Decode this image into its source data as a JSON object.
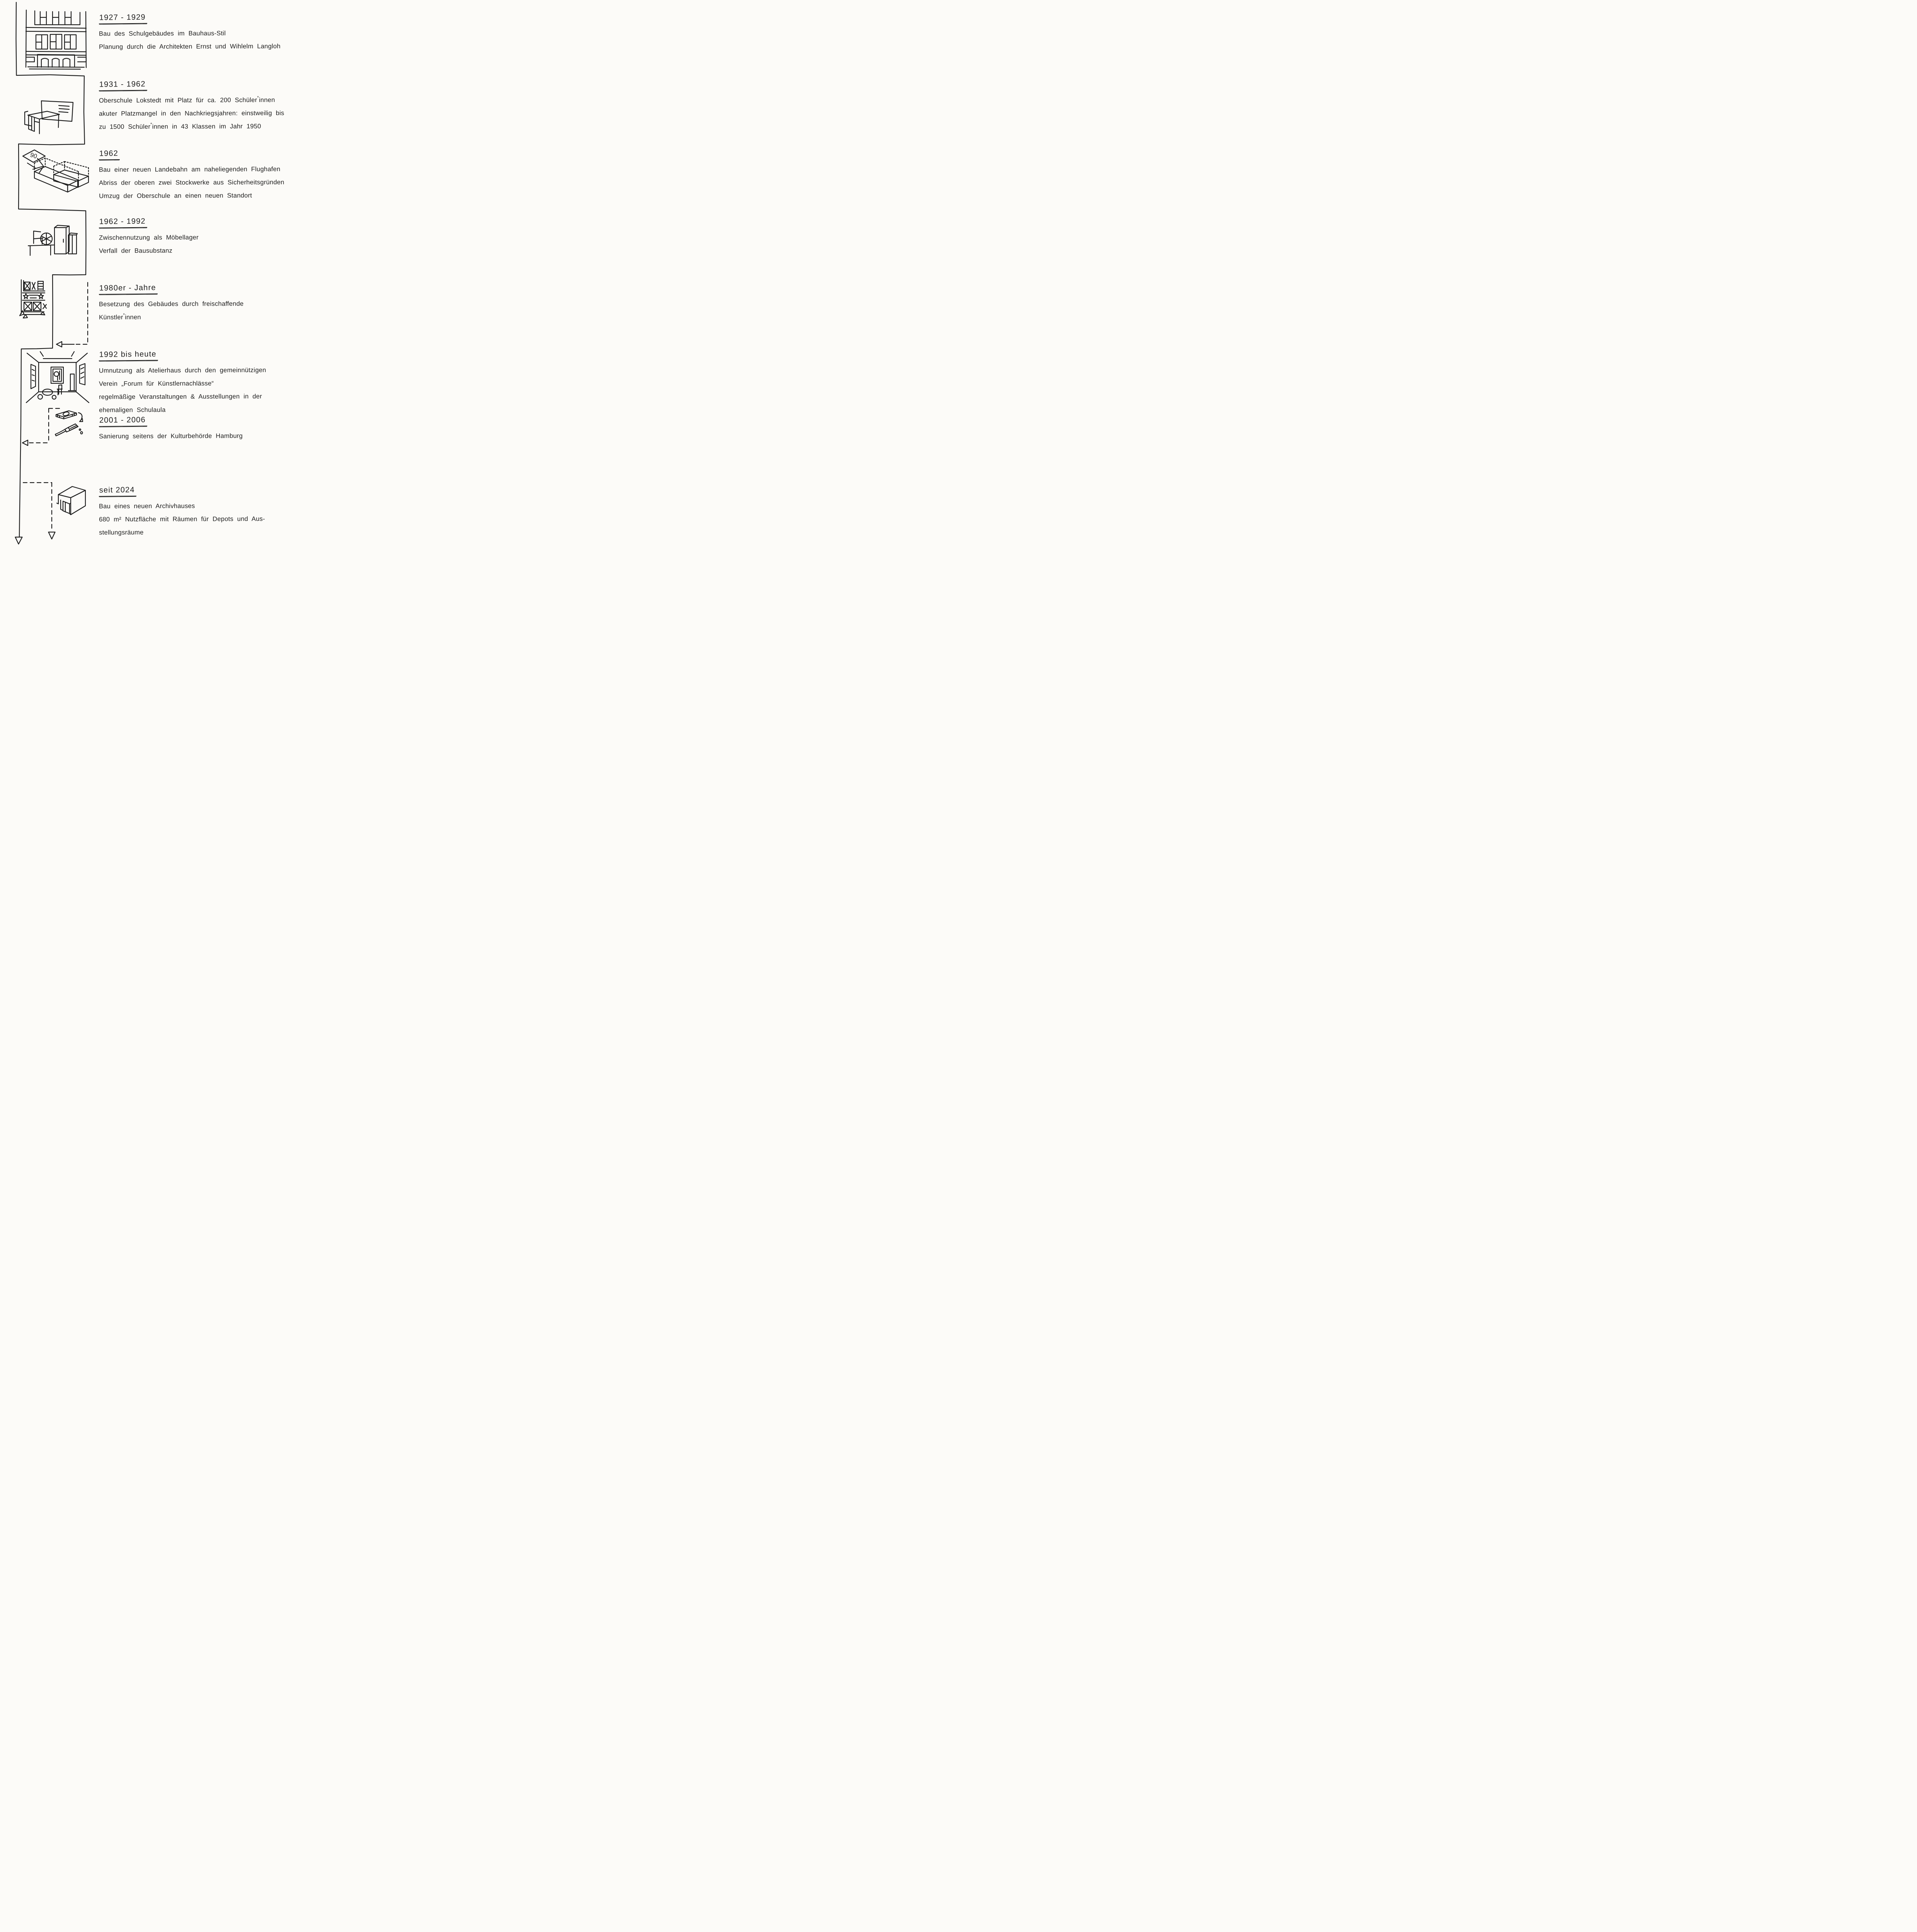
{
  "colors": {
    "ink": "#1d1d1d",
    "paper": "#fcfbf8"
  },
  "icons": {
    "runway_sign_label": "06"
  },
  "sections": [
    {
      "period": "1927 - 1929",
      "icon": "school-building-facade",
      "lines": [
        "Bau des Schulgebäudes im Bauhaus-Stil",
        "Planung durch die Architekten Ernst und Wihlelm Langloh"
      ]
    },
    {
      "period": "1931 - 1962",
      "icon": "classroom-desk-blackboard",
      "lines": [
        "Oberschule Lokstedt mit Platz für ca. 200 Schüler*innen",
        "akuter Platzmangel in den Nachkriegsjahren: einstweilig bis",
        "zu 1500 Schüler*innen in 43 Klassen im Jahr 1950"
      ]
    },
    {
      "period": "1962",
      "icon": "runway-demolition",
      "lines": [
        "Bau einer neuen Landebahn am naheliegenden Flughafen",
        "Abriss der oberen zwei Stockwerke aus Sicherheitsgründen",
        "Umzug der Oberschule an einen neuen Standort"
      ]
    },
    {
      "period": "1962 - 1992",
      "icon": "furniture-storage",
      "lines": [
        "Zwischennutzung als Möbellager",
        "Verfall der Bausubstanz"
      ]
    },
    {
      "period": "1980er - Jahre",
      "icon": "occupied-building",
      "lines": [
        "Besetzung des Gebäudes durch freischaffende",
        "Künstler*innen"
      ]
    },
    {
      "period": "1992 bis heute",
      "icon": "gallery-room",
      "lines": [
        "Umnutzung als Atelierhaus durch den gemeinnützigen",
        "Verein „Forum für Künstlernachlässe“",
        "regelmäßige Veranstaltungen & Ausstellungen in der",
        "ehemaligen Schulaula"
      ]
    },
    {
      "period": "2001 - 2006",
      "icon": "money-paintbrush",
      "lines": [
        "Sanierung seitens der Kulturbehörde Hamburg"
      ]
    },
    {
      "period": "seit 2024",
      "icon": "archive-cube-building",
      "lines": [
        "Bau eines neuen Archivhauses",
        "680 m² Nutzfläche mit Räumen für Depots und Aus-",
        "stellungsräume"
      ]
    }
  ]
}
